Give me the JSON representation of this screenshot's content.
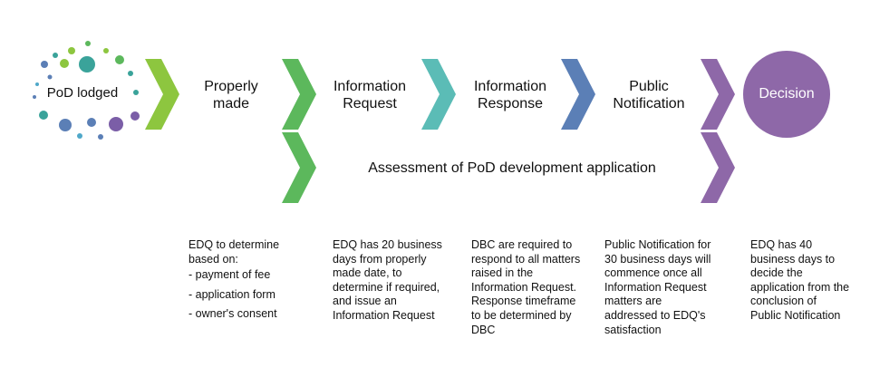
{
  "start": {
    "label": "PoD lodged"
  },
  "stages": [
    {
      "label": "Properly made",
      "color": "#8dc63f"
    },
    {
      "label": "Information Request",
      "color": "#5cb85c"
    },
    {
      "label": "Information Response",
      "color": "#5bbcb6"
    },
    {
      "label": "Public Notification",
      "color": "#5b7fb6"
    }
  ],
  "decision": {
    "label": "Decision",
    "color": "#8e68a8"
  },
  "assessment": {
    "label": "Assessment of PoD development application",
    "color_left": "#5cb85c",
    "color_right": "#8e68a8"
  },
  "dot_colors": [
    "#5cb85c",
    "#8dc63f",
    "#3aa39a",
    "#5b7fb6",
    "#7b5ea7",
    "#4fa8c9"
  ],
  "descriptions": [
    {
      "text": "EDQ to determine based on:",
      "items": [
        "payment of fee",
        "application form",
        "owner's consent"
      ]
    },
    {
      "text": "EDQ has 20 business days from properly made date, to determine if required, and issue an Information Request"
    },
    {
      "text": "DBC are required to respond to all matters raised in the Information Request. Response timeframe to be determined by DBC"
    },
    {
      "text": "Public Notification for 30 business days will commence once all Information Request matters are addressed to EDQ's satisfaction"
    },
    {
      "text": "EDQ has 40 business days to decide the application from the conclusion of Public Notification"
    }
  ]
}
